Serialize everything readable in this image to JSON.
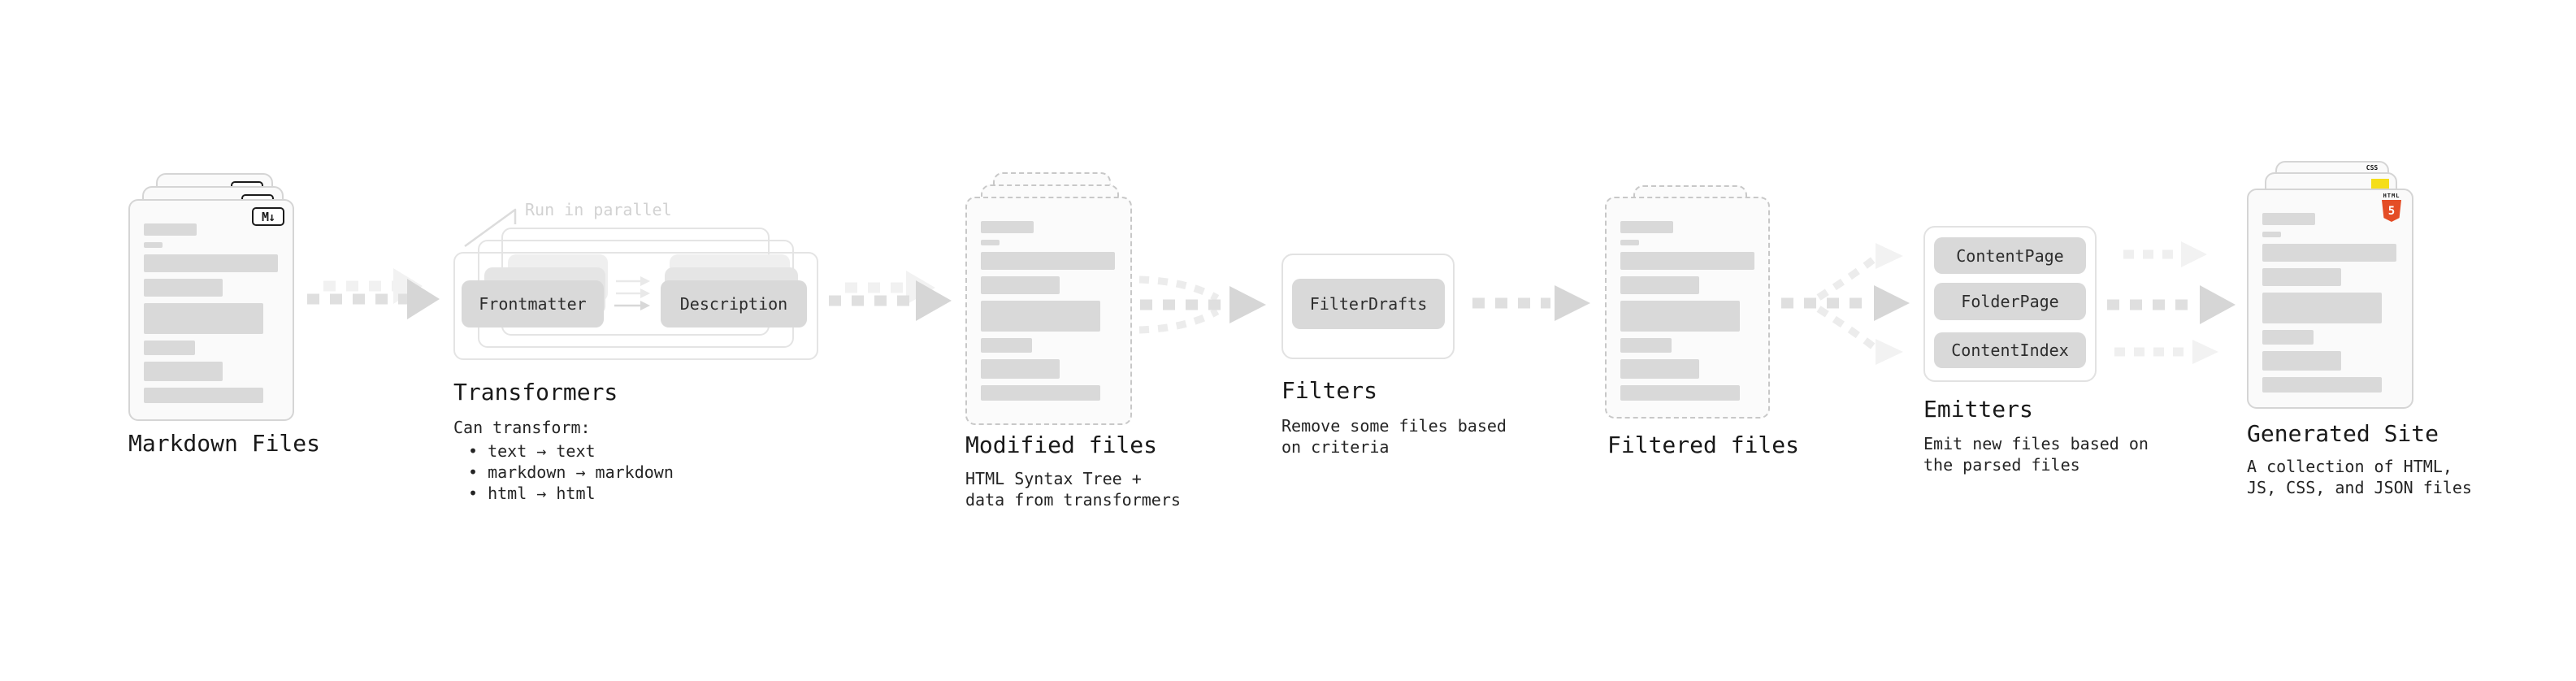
{
  "colors": {
    "html5_orange": "#e44d26",
    "js_yellow": "#f5de19",
    "css_blue": "#2965f1",
    "pill_gray": "#d9d9d9",
    "note_gray": "#d2d2d2"
  },
  "markdown_files": {
    "title": "Markdown Files",
    "badge": "M↓"
  },
  "transformers": {
    "title": "Transformers",
    "note": "Run in parallel",
    "pill_left": "Frontmatter",
    "pill_right": "Description",
    "desc_heading": "Can transform:",
    "bullets": [
      "• text → text",
      "• markdown → markdown",
      "• html → html"
    ]
  },
  "modified_files": {
    "title": "Modified files",
    "desc_line1": "HTML Syntax Tree +",
    "desc_line2": "data from transformers"
  },
  "filters": {
    "title": "Filters",
    "pill": "FilterDrafts",
    "desc_line1": "Remove some files based",
    "desc_line2": "on criteria"
  },
  "filtered_files": {
    "title": "Filtered files"
  },
  "emitters": {
    "title": "Emitters",
    "pills": [
      "ContentPage",
      "FolderPage",
      "ContentIndex"
    ],
    "desc_line1": "Emit new files based on",
    "desc_line2": "the parsed files"
  },
  "generated_site": {
    "title": "Generated Site",
    "desc_line1": "A collection of HTML,",
    "desc_line2": "JS, CSS, and JSON files",
    "badge_css": "CSS",
    "badge_html_label": "HTML",
    "badge_html_number": "5"
  }
}
